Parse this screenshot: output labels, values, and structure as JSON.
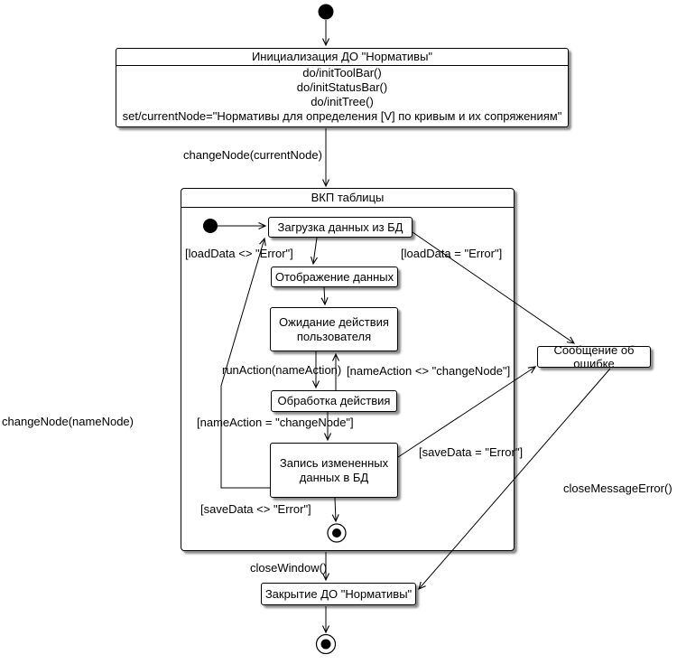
{
  "diagram": {
    "initial_state": {
      "title": "Инициализация ДО \"Нормативы\"",
      "actions": [
        "do/initToolBar()",
        "do/initStatusBar()",
        "do/initTree()",
        "set/currentNode=\"Нормативы для определения [V] по кривым и их сопряжениям\""
      ]
    },
    "composite_state": {
      "title": "ВКП таблицы"
    },
    "states": {
      "load_data": "Загрузка данных из БД",
      "display_data": "Отображение данных",
      "wait_user": "Ожидание действия пользователя",
      "process_action": "Обработка действия",
      "save_data": "Запись измененных данных в БД",
      "error_message": "Сообщение об ошибке",
      "close_dialog": "Закрытие ДО \"Нормативы\""
    },
    "transitions": {
      "change_node_current": "changeNode(currentNode)",
      "load_ok": "[loadData <> \"Error\"]",
      "load_error": "[loadData = \"Error\"]",
      "run_action": "runAction(nameAction)",
      "name_action_ne": "[nameAction <> \"changeNode\"]",
      "name_action_eq": "[nameAction = \"changeNode\"]",
      "save_error": "[saveData = \"Error\"]",
      "save_ok": "[saveData <> \"Error\"]",
      "change_node_name": "changeNode(nameNode)",
      "close_message_error": "closeMessageError()",
      "close_window": "closeWindow()"
    }
  }
}
